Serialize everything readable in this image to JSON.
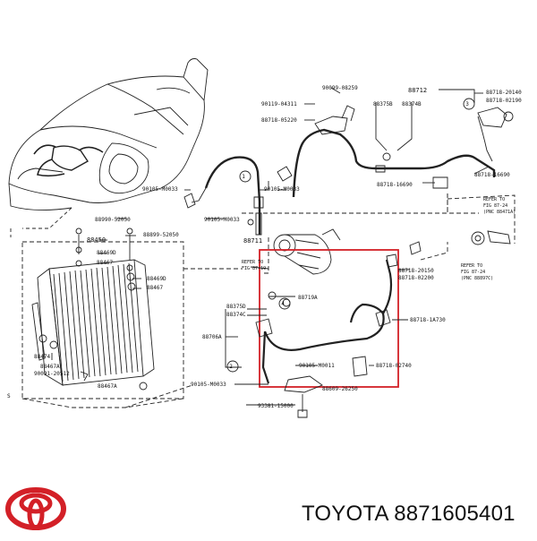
{
  "brand_text": "TOYOTA 8871605401",
  "colors": {
    "line": "#222222",
    "highlight": "#d32027",
    "logo": "#d32027"
  },
  "labels": {
    "p90099_08259": "90099-08259",
    "p88712": "88712",
    "p88718_20140": "88718-20140",
    "p88718_02190": "88718-02190",
    "p90119_04311": "90119-04311",
    "p88375B": "88375B",
    "p88374B": "88374B",
    "p88718_05220": "88718-05220",
    "p88718_16690a": "88718-16690",
    "p88718_16690b": "88718-16690",
    "p90105_M0033a": "90105-M0033",
    "p90105_M0033b": "90105-M0033",
    "p90105_M0033c": "90105-M0033",
    "p90105_M0033d": "90105-M0033",
    "p88990_52050": "88990-52050",
    "p88899_52050": "88899-52050",
    "p88711": "88711",
    "p88450": "88450",
    "p88469D_a": "88469D",
    "p88467_a": "88467",
    "p88469D_b": "88469D",
    "p88467_b": "88467",
    "p88474": "88474",
    "p88467A_a": "88467A",
    "p88467A_b": "88467A",
    "p90091_20512": "90091-20512",
    "refer_fig_a": "REFER TO",
    "refer_fig_a2": "FIG 87-19",
    "refer_fig_b": "REFER TO",
    "refer_fig_b2": "FIG 87-24",
    "refer_fig_b3": "(PNC 88471A)",
    "refer_fig_c": "REFER TO",
    "refer_fig_c2": "FIG 87-24",
    "refer_fig_c3": "(PNC 88897C)",
    "p88718_20150": "88718-20150",
    "p88718_02200": "88718-02200",
    "p88719A": "88719A",
    "p88375D": "88375D",
    "p88374C": "88374C",
    "p88706A": "88706A",
    "p88718_1A730": "88718-1A730",
    "p90105_M0011": "90105-M0011",
    "p88718_02740": "88718-02740",
    "p88609_26250": "88609-26250",
    "p93381_15000": "93381-15000",
    "n1": "1",
    "n2": "2",
    "n3": "3",
    "n4": "4",
    "s": "S"
  }
}
